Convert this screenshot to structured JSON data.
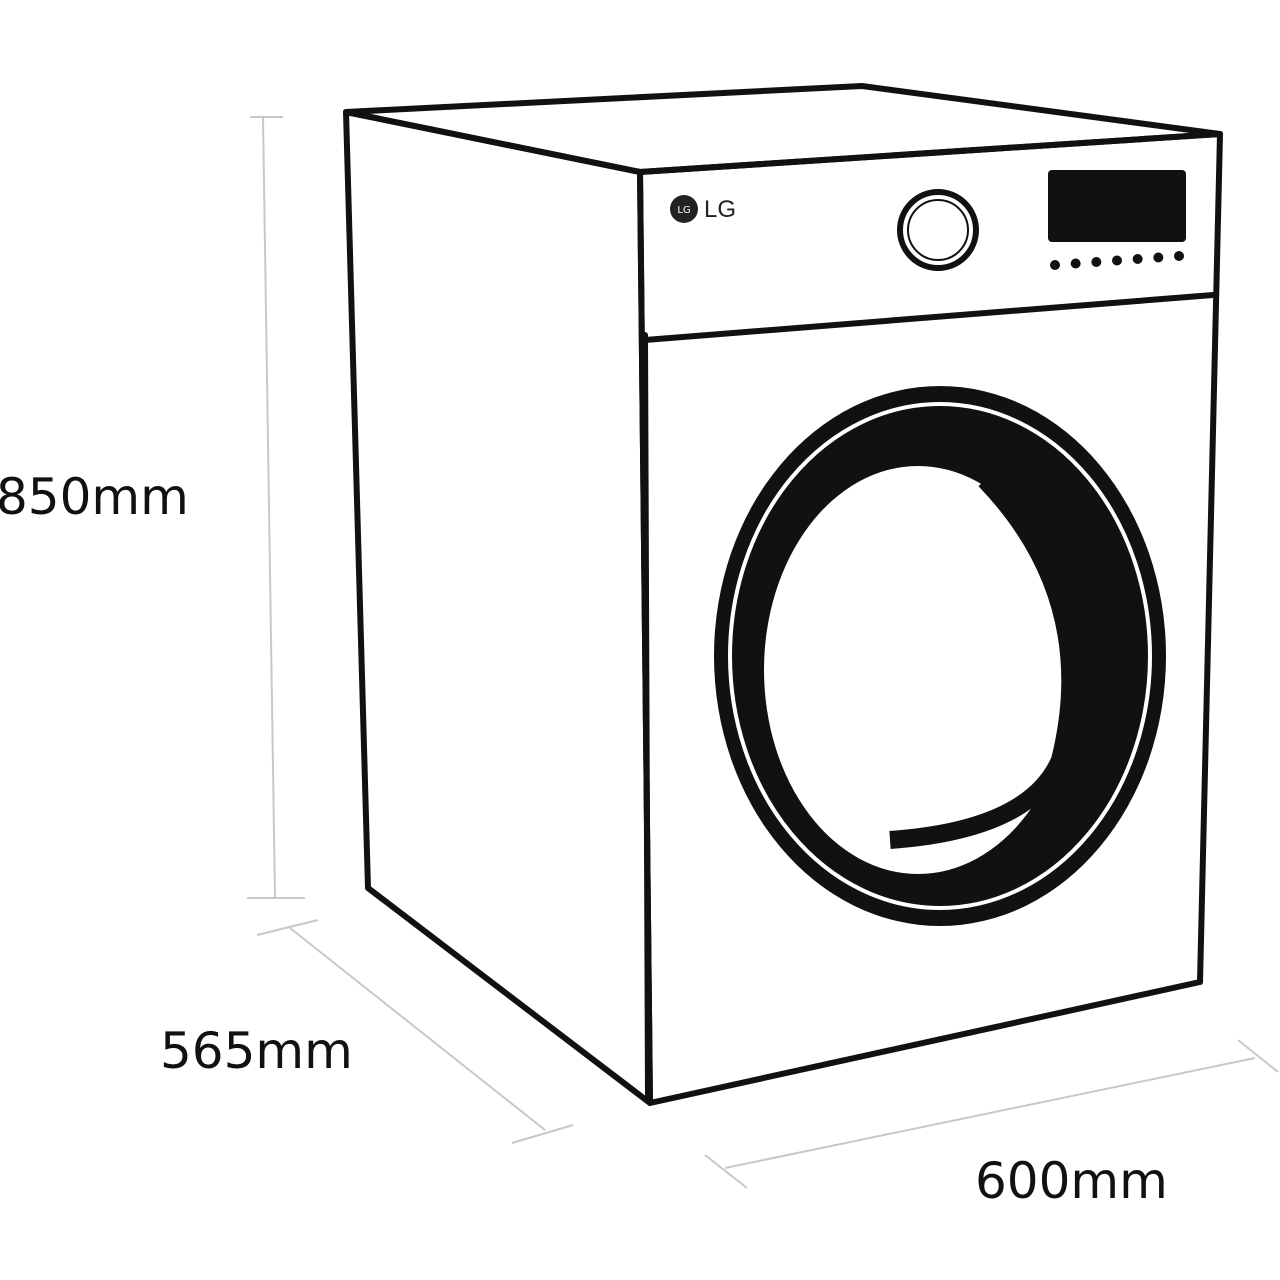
{
  "brand": {
    "logo_text": "LG",
    "logo_mark": "LG"
  },
  "dimensions": {
    "height": "850mm",
    "depth": "565mm",
    "width": "600mm"
  },
  "control_panel": {
    "program_dial": "dial",
    "display": "display",
    "button_count": 7
  },
  "colors": {
    "outline": "#111111",
    "dimension_lines": "#c8c8c8",
    "background": "#ffffff"
  }
}
